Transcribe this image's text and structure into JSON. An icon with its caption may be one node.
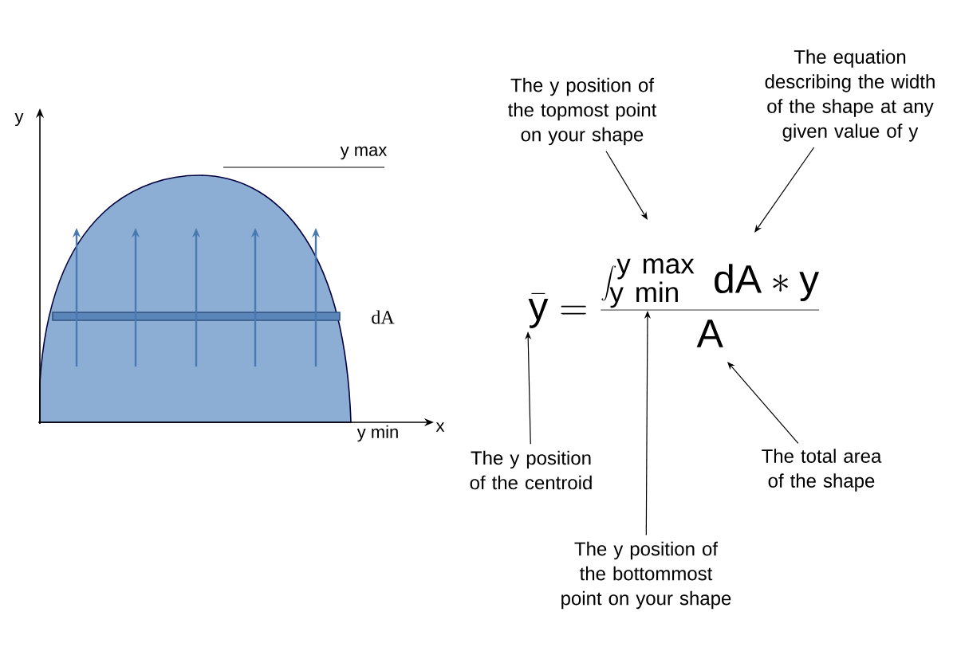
{
  "diagram": {
    "nodes": [
      {
        "text": [
          "The y position of the topmost point on your shape"
        ]
      },
      {
        "text": [
          "The equation describing the width of the shape at any given value of y"
        ]
      },
      {
        "text": [
          "The y position of the centroid"
        ]
      },
      {
        "text": [
          "The total area of the shape"
        ]
      },
      {
        "text": [
          "The y position of the bottommost point on your shape"
        ]
      },
      {
        "text": [
          "\\bar{\\mathrm{y}} = \\frac{\\displaystyle\\int_{\\mathrm{y\\ min}}^{\\mathrm{y\\ max}} \\ \\mathrm{dA} * \\mathrm{y}}{\\mathrm{A}}"
        ]
      }
    ],
    "edges": [
      {
        "from": 0,
        "to": 5,
        "arrow": "to"
      },
      {
        "from": 1,
        "to": 5,
        "arrow": "to"
      },
      {
        "from": 2,
        "to": 5,
        "arrow": "to"
      },
      {
        "from": 3,
        "to": 5,
        "arrow": "to"
      },
      {
        "from": 4,
        "to": 5,
        "arrow": "to"
      }
    ],
    "labels": [
      "y",
      "y max",
      "dA",
      "y min",
      "x"
    ]
  }
}
